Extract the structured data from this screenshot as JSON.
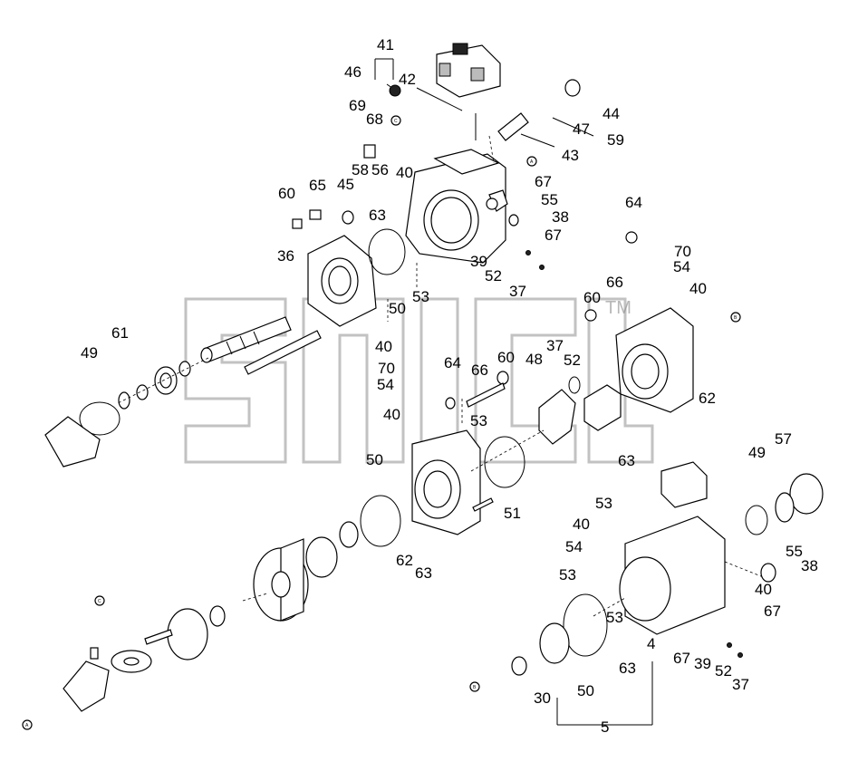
{
  "watermark": {
    "text": "TM"
  },
  "reference_markers": [
    "A",
    "B",
    "C"
  ],
  "callouts": [
    {
      "id": "c41",
      "text": "41"
    },
    {
      "id": "c46",
      "text": "46"
    },
    {
      "id": "c42",
      "text": "42"
    },
    {
      "id": "c69",
      "text": "69"
    },
    {
      "id": "c68",
      "text": "68"
    },
    {
      "id": "c44",
      "text": "44"
    },
    {
      "id": "c47",
      "text": "47"
    },
    {
      "id": "c59",
      "text": "59"
    },
    {
      "id": "c43",
      "text": "43"
    },
    {
      "id": "c58",
      "text": "58"
    },
    {
      "id": "c56",
      "text": "56"
    },
    {
      "id": "c40a",
      "text": "40"
    },
    {
      "id": "c67a",
      "text": "67"
    },
    {
      "id": "c60a",
      "text": "60"
    },
    {
      "id": "c65",
      "text": "65"
    },
    {
      "id": "c45",
      "text": "45"
    },
    {
      "id": "c63a",
      "text": "63"
    },
    {
      "id": "c55a",
      "text": "55"
    },
    {
      "id": "c38a",
      "text": "38"
    },
    {
      "id": "c67b",
      "text": "67"
    },
    {
      "id": "c64a",
      "text": "64"
    },
    {
      "id": "c39a",
      "text": "39"
    },
    {
      "id": "c52a",
      "text": "52"
    },
    {
      "id": "c36",
      "text": "36"
    },
    {
      "id": "c50a",
      "text": "50"
    },
    {
      "id": "c53a",
      "text": "53"
    },
    {
      "id": "c37a",
      "text": "37"
    },
    {
      "id": "c70a",
      "text": "70"
    },
    {
      "id": "c54a",
      "text": "54"
    },
    {
      "id": "c66a",
      "text": "66"
    },
    {
      "id": "c60b",
      "text": "60"
    },
    {
      "id": "c40b",
      "text": "40"
    },
    {
      "id": "c61",
      "text": "61"
    },
    {
      "id": "c49a",
      "text": "49"
    },
    {
      "id": "c40c",
      "text": "40"
    },
    {
      "id": "c37b",
      "text": "37"
    },
    {
      "id": "c52b",
      "text": "52"
    },
    {
      "id": "c48",
      "text": "48"
    },
    {
      "id": "c62a",
      "text": "62"
    },
    {
      "id": "c70b",
      "text": "70"
    },
    {
      "id": "c64b",
      "text": "64"
    },
    {
      "id": "c60c",
      "text": "60"
    },
    {
      "id": "c66b",
      "text": "66"
    },
    {
      "id": "c54b",
      "text": "54"
    },
    {
      "id": "c40d",
      "text": "40"
    },
    {
      "id": "c53b",
      "text": "53"
    },
    {
      "id": "c63b",
      "text": "63"
    },
    {
      "id": "c50b",
      "text": "50"
    },
    {
      "id": "c51",
      "text": "51"
    },
    {
      "id": "c62b",
      "text": "62"
    },
    {
      "id": "c63c",
      "text": "63"
    },
    {
      "id": "c49b",
      "text": "49"
    },
    {
      "id": "c57",
      "text": "57"
    },
    {
      "id": "c53c",
      "text": "53"
    },
    {
      "id": "c40e",
      "text": "40"
    },
    {
      "id": "c54c",
      "text": "54"
    },
    {
      "id": "c53d",
      "text": "53"
    },
    {
      "id": "c55b",
      "text": "55"
    },
    {
      "id": "c38b",
      "text": "38"
    },
    {
      "id": "c40f",
      "text": "40"
    },
    {
      "id": "c67c",
      "text": "67"
    },
    {
      "id": "c53e",
      "text": "53"
    },
    {
      "id": "c4",
      "text": "4"
    },
    {
      "id": "c63d",
      "text": "63"
    },
    {
      "id": "c67d",
      "text": "67"
    },
    {
      "id": "c39b",
      "text": "39"
    },
    {
      "id": "c52c",
      "text": "52"
    },
    {
      "id": "c37c",
      "text": "37"
    },
    {
      "id": "c30",
      "text": "30"
    },
    {
      "id": "c50c",
      "text": "50"
    },
    {
      "id": "c5",
      "text": "5"
    }
  ]
}
